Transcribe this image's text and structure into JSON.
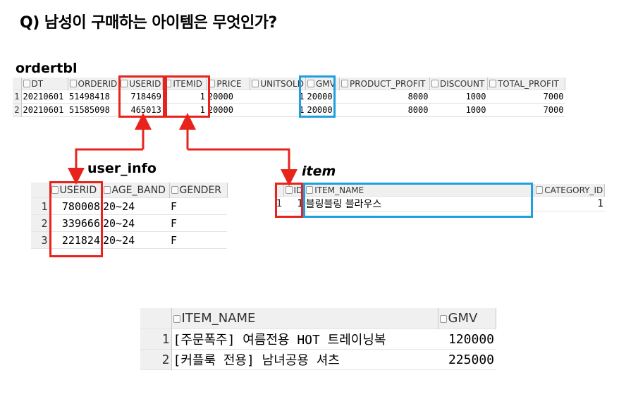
{
  "question": "Q) 남성이 구매하는 아이템은 무엇인가?",
  "labels": {
    "ordertbl": "ordertbl",
    "user_info": "user_info",
    "item": "item"
  },
  "ordertbl": {
    "columns": [
      "DT",
      "ORDERID",
      "USERID",
      "ITEMID",
      "PRICE",
      "UNITSOLD",
      "GMV",
      "PRODUCT_PROFIT",
      "DISCOUNT",
      "TOTAL_PROFIT"
    ],
    "rows": [
      {
        "n": "1",
        "DT": "20210601",
        "ORDERID": "51498418",
        "USERID": "718469",
        "ITEMID": "1",
        "PRICE": "20000",
        "UNITSOLD": "1",
        "GMV": "20000",
        "PRODUCT_PROFIT": "8000",
        "DISCOUNT": "1000",
        "TOTAL_PROFIT": "7000"
      },
      {
        "n": "2",
        "DT": "20210601",
        "ORDERID": "51585098",
        "USERID": "465013",
        "ITEMID": "1",
        "PRICE": "20000",
        "UNITSOLD": "1",
        "GMV": "20000",
        "PRODUCT_PROFIT": "8000",
        "DISCOUNT": "1000",
        "TOTAL_PROFIT": "7000"
      }
    ]
  },
  "user_info": {
    "columns": [
      "USERID",
      "AGE_BAND",
      "GENDER"
    ],
    "rows": [
      {
        "n": "1",
        "USERID": "780008",
        "AGE_BAND": "20~24",
        "GENDER": "F"
      },
      {
        "n": "2",
        "USERID": "339666",
        "AGE_BAND": "20~24",
        "GENDER": "F"
      },
      {
        "n": "3",
        "USERID": "221824",
        "AGE_BAND": "20~24",
        "GENDER": "F"
      }
    ]
  },
  "item": {
    "columns": [
      "ID",
      "ITEM_NAME",
      "CATEGORY_ID"
    ],
    "rows": [
      {
        "n": "1",
        "ID": "1",
        "ITEM_NAME": "블링블링 블라우스",
        "CATEGORY_ID": "1"
      }
    ]
  },
  "result": {
    "columns": [
      "ITEM_NAME",
      "GMV"
    ],
    "rows": [
      {
        "n": "1",
        "ITEM_NAME": "[주문폭주] 여름전용 HOT 트레이닝복",
        "GMV": "120000"
      },
      {
        "n": "2",
        "ITEM_NAME": "[커플룩 전용] 남녀공용 셔츠",
        "GMV": "225000"
      }
    ]
  },
  "colors": {
    "highlight_red": "#e8231c",
    "highlight_blue": "#1f9ee0"
  }
}
